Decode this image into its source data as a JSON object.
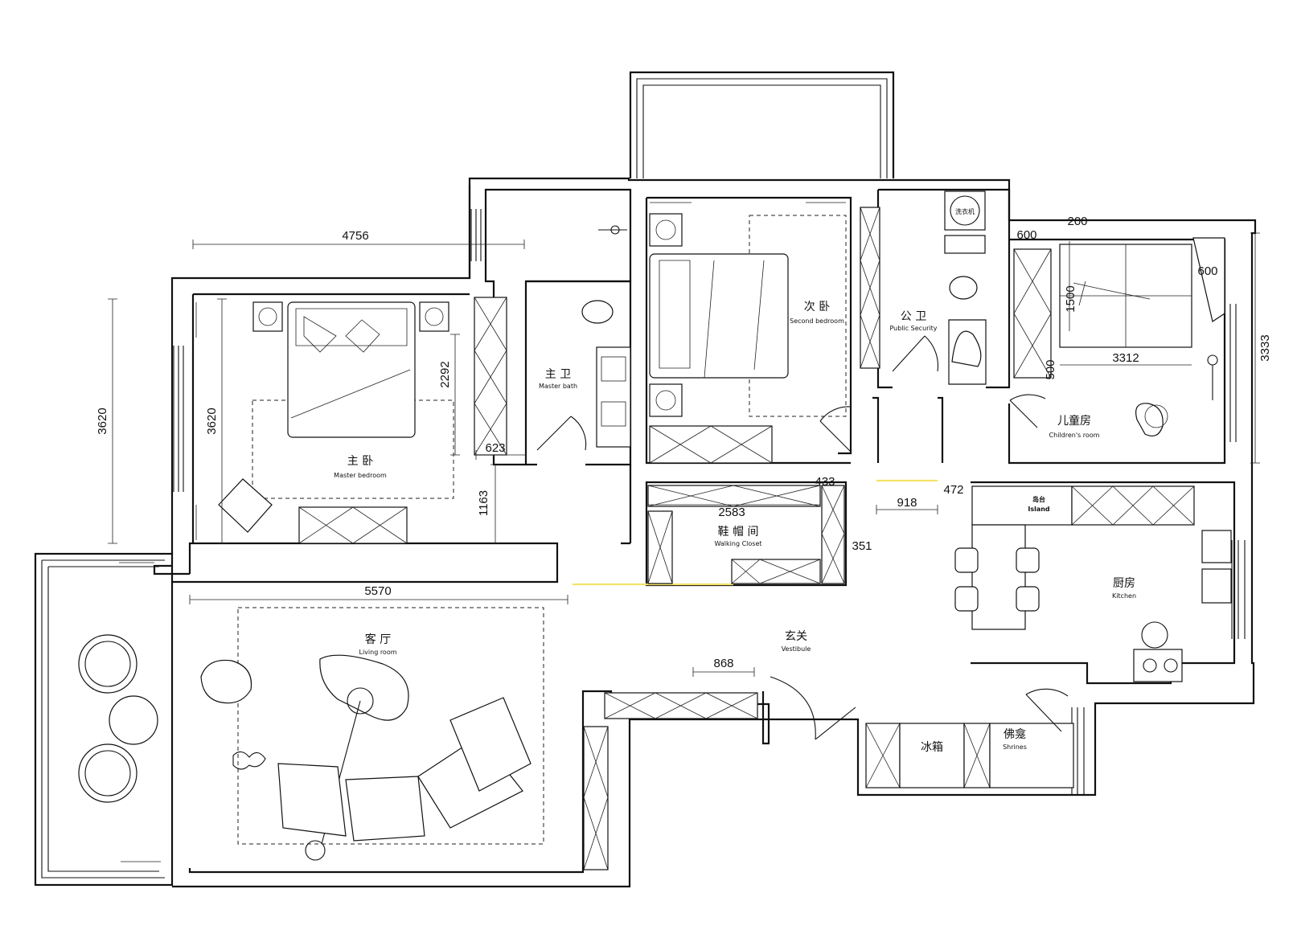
{
  "rooms": {
    "master_bedroom": {
      "cn": "主 卧",
      "en": "Master bedroom"
    },
    "master_bath": {
      "cn": "主 卫",
      "en": "Master bath"
    },
    "second_bedroom": {
      "cn": "次 卧",
      "en": "Second bedroom"
    },
    "public_bath": {
      "cn": "公 卫",
      "en": "Public Security"
    },
    "children_room": {
      "cn": "儿童房",
      "en": "Children's room"
    },
    "walking_closet": {
      "cn": "鞋 帽 间",
      "en": "Walking Closet"
    },
    "island": {
      "cn": "岛台",
      "en": "Island"
    },
    "kitchen": {
      "cn": "厨房",
      "en": "Kitchen"
    },
    "living_room": {
      "cn": "客 厅",
      "en": "Living room"
    },
    "vestibule": {
      "cn": "玄关",
      "en": "Vestibule"
    },
    "fridge": {
      "cn": "冰箱"
    },
    "shrines": {
      "cn": "佛龛",
      "en": "Shrines"
    },
    "washer": {
      "cn": "洗衣机"
    }
  },
  "dimensions": {
    "d4756": "4756",
    "d3620_outer": "3620",
    "d3620_inner": "3620",
    "d2292": "2292",
    "d623": "623",
    "d1163": "1163",
    "d5570": "5570",
    "d2583": "2583",
    "d433": "433",
    "d351": "351",
    "d918": "918",
    "d472": "472",
    "d868": "868",
    "d600_left": "600",
    "d200": "200",
    "d600_right": "600",
    "d1500": "1500",
    "d500": "500",
    "d3312": "3312",
    "d3333": "3333"
  }
}
